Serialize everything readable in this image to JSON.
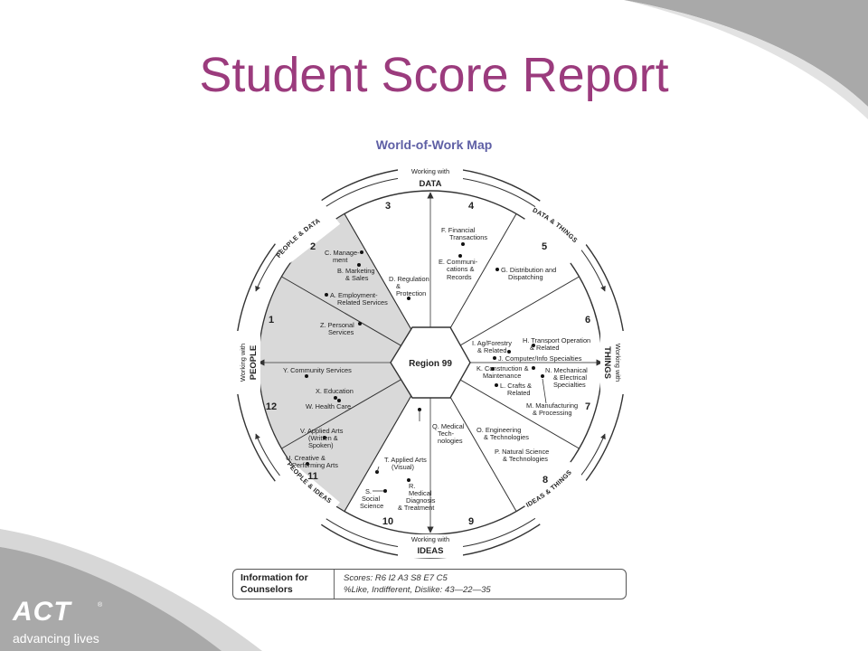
{
  "header": {
    "title": "Student Score Report"
  },
  "map": {
    "title": "World-of-Work Map",
    "center": "Region 99",
    "axes": {
      "top": {
        "small": "Working with",
        "big": "DATA"
      },
      "bottom": {
        "small": "Working with",
        "big": "IDEAS"
      },
      "left": {
        "small": "Working with",
        "big": "PEOPLE"
      },
      "right": {
        "small": "Working with",
        "big": "THINGS"
      }
    },
    "arcs": {
      "people_data": "PEOPLE & DATA",
      "data_things": "DATA & THINGS",
      "ideas_things": "IDEAS & THINGS",
      "people_ideas": "PEOPLE & IDEAS"
    },
    "regions": [
      "3",
      "4",
      "5",
      "6",
      "7",
      "8",
      "9",
      "10",
      "11",
      "12",
      "1",
      "2"
    ],
    "careers": [
      [
        "F. Financial",
        "Transactions"
      ],
      [
        "E. Communi-",
        "cations &",
        "Records"
      ],
      [
        "G. Distribution and",
        "Dispatching"
      ],
      [
        "D. Regulation",
        "&",
        "Protection"
      ],
      [
        "C. Manage-",
        "ment"
      ],
      [
        "B. Marketing",
        "& Sales"
      ],
      [
        "A. Employment-",
        "Related Services"
      ],
      [
        "Z. Personal",
        "Services"
      ],
      [
        "H. Transport Operation",
        "& Related"
      ],
      [
        "I. Ag/Forestry",
        "& Related"
      ],
      [
        "J. Computer/Info Specialties"
      ],
      [
        "K. Construction &",
        "Maintenance"
      ],
      [
        "N. Mechanical",
        "& Electrical",
        "Specialties"
      ],
      [
        "L. Crafts &",
        "Related"
      ],
      [
        "M. Manufacturing",
        "& Processing"
      ],
      [
        "Y. Community Services"
      ],
      [
        "X. Education"
      ],
      [
        "W. Health Care"
      ],
      [
        "V. Applied Arts",
        "(Written &",
        "Spoken)"
      ],
      [
        "U. Creative &",
        "Performing Arts"
      ],
      [
        "T. Applied Arts",
        "(Visual)"
      ],
      [
        "S.",
        "Social",
        "Science"
      ],
      [
        "R.",
        "Medical",
        "Diagnosis",
        "& Treatment"
      ],
      [
        "Q. Medical",
        "Tech-",
        "nologies"
      ],
      [
        "O. Engineering",
        "& Technologies"
      ],
      [
        "P. Natural Science",
        "& Technologies"
      ]
    ]
  },
  "info": {
    "label_line1": "Information for",
    "label_line2": "Counselors",
    "scores": "Scores: R6 I2 A3 S8 E7 C5",
    "likes": "%Like, Indifferent, Dislike: 43—22—35"
  },
  "logo": {
    "word": "ACT",
    "reg": "®",
    "tagline": "advancing lives"
  },
  "colors": {
    "title": "#9b3b7d",
    "map_title": "#5e5fa5",
    "shade": "#d9d9d9",
    "band": "#a9a9a9"
  }
}
